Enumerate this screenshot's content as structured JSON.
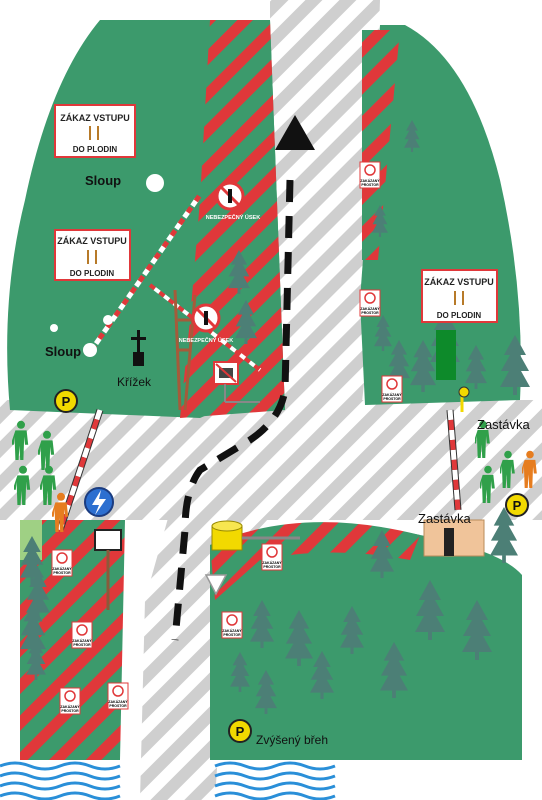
{
  "signs": {
    "no_entry_line1": "ZÁKAZ VSTUPU",
    "no_entry_line2": "DO PLODIN",
    "danger": "NEBEZPEČNÝ ÚSEK",
    "forbidden_line1": "ZAKÁZANÝ",
    "forbidden_line2": "PROSTOR"
  },
  "labels": {
    "sloup_top": "Sloup",
    "sloup_bottom": "Sloup",
    "krizek": "Křížek",
    "zastavka_right": "Zastávka",
    "zastavka_building": "Zastávka",
    "zvyseny_breh": "Zvýšený břeh"
  },
  "markers": {
    "parking": "P"
  },
  "icons": {
    "crop_icon": "wheat-icon",
    "no_entry_icon": "no-pedestrian-icon",
    "no_photo_icon": "no-camera-icon",
    "electric_icon": "lightning-icon",
    "cross_icon": "cross-icon",
    "tree_icon": "conifer-tree-icon",
    "person_icon": "person-icon",
    "direction_icon": "arrow-up-icon",
    "water_icon": "water-waves-icon"
  },
  "colors": {
    "field": "#3c9a6c",
    "hatch_red": "#e0383a",
    "hatch_gray": "#c9c9c9",
    "tree": "#4c7f76",
    "person_green": "#30a04a",
    "person_orange": "#e67d1f",
    "parking_yellow": "#f2d900",
    "water": "#2a8fd8",
    "building": "#f0c49a"
  }
}
